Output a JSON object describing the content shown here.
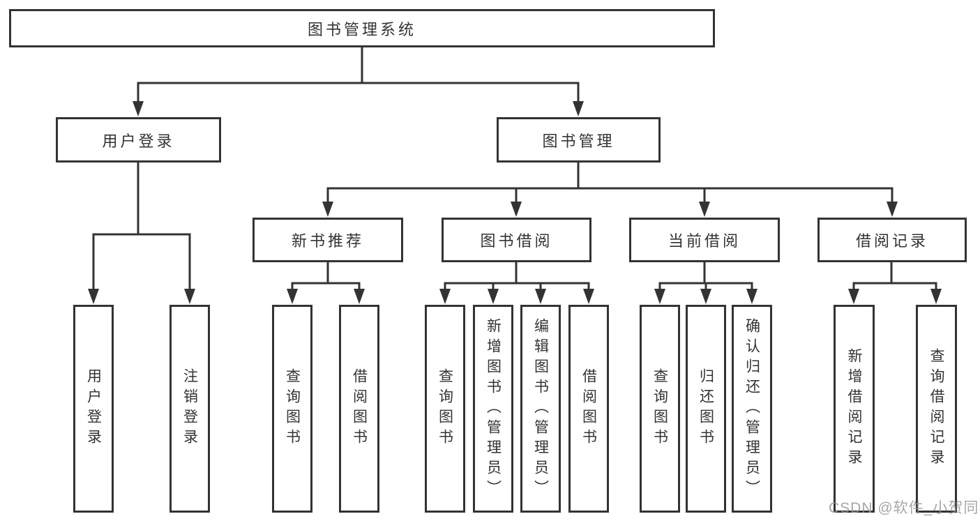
{
  "tree": {
    "label": "图书管理系统",
    "children": [
      {
        "label": "用户登录",
        "children": [
          {
            "label": "用户登录"
          },
          {
            "label": "注销登录"
          }
        ]
      },
      {
        "label": "图书管理",
        "children": [
          {
            "label": "新书推荐",
            "children": [
              {
                "label": "查询图书"
              },
              {
                "label": "借阅图书"
              }
            ]
          },
          {
            "label": "图书借阅",
            "children": [
              {
                "label": "查询图书"
              },
              {
                "label": "新增图书（管理员）"
              },
              {
                "label": "编辑图书（管理员）"
              },
              {
                "label": "借阅图书"
              }
            ]
          },
          {
            "label": "当前借阅",
            "children": [
              {
                "label": "查询图书"
              },
              {
                "label": "归还图书"
              },
              {
                "label": "确认归还（管理员）"
              }
            ]
          },
          {
            "label": "借阅记录",
            "children": [
              {
                "label": "新增借阅记录"
              },
              {
                "label": "查询借阅记录"
              }
            ]
          }
        ]
      }
    ]
  },
  "watermark": "CSDN @软件_小贺同学",
  "colors": {
    "line": "#333333",
    "box_border": "#333333",
    "text": "#333333",
    "watermark": "#949494",
    "background": "#ffffff"
  }
}
